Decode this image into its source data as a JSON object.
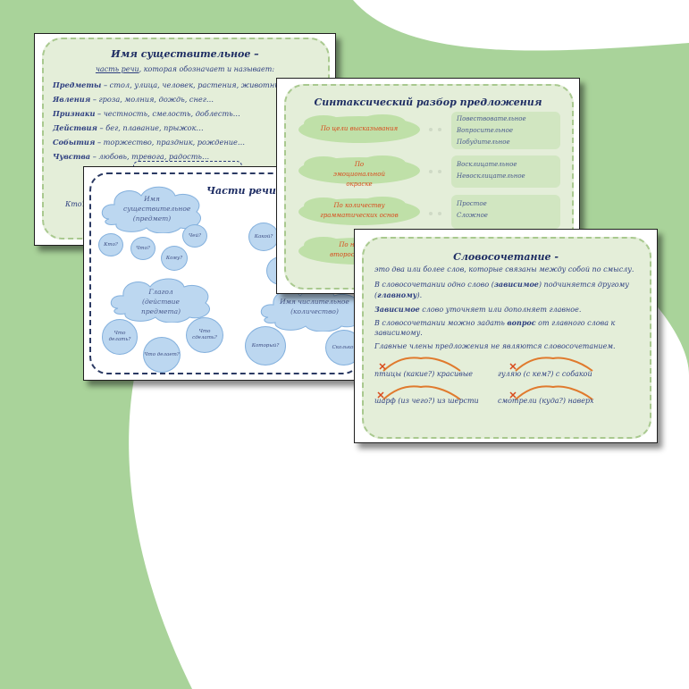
{
  "slide1": {
    "title": "Имя существительное –",
    "subtitle_link": "часть речи",
    "subtitle_rest": ", которая обозначает и называет:",
    "items": [
      {
        "term": "Предметы",
        "text": " – стол, улица, человек, растения, животные…"
      },
      {
        "term": "Явления",
        "text": " – гроза, молния, дождь, снег…"
      },
      {
        "term": "Признаки",
        "text": " – честность, смелость, доблесть…"
      },
      {
        "term": "Действия",
        "text": " – бег, плавание, прыжок…"
      },
      {
        "term": "События",
        "text": " – торжество, праздник, рождение…"
      },
      {
        "term": "Чувства",
        "text": " – любовь, тревога, радость…"
      }
    ],
    "fragment": "Кто?"
  },
  "slide2": {
    "title": "Части речи",
    "noun_cloud": "Имя существительное (предмет)",
    "verb_cloud": "Глагол (действие предмета)",
    "numeral_cloud": "Имя числительное (количество)",
    "noun_questions": [
      "Кто?",
      "Что?",
      "Чей?",
      "Кому?"
    ],
    "verb_questions": [
      "Что делать?",
      "Что делает?",
      "Что сделать?"
    ],
    "adj_question": "Какой?",
    "num_questions": [
      "Который?",
      "Сколько?"
    ]
  },
  "slide3": {
    "title": "Синтаксический разбор предложения",
    "rows": [
      {
        "label": "По цели высказывания",
        "options": [
          "Повествовательное",
          "Вопросительное",
          "Побудительное"
        ]
      },
      {
        "label": "По эмоциональной окраске",
        "options": [
          "Восклицательное",
          "Невосклицательное"
        ]
      },
      {
        "label": "По количеству грамматических основ",
        "options": [
          "Простое",
          "Сложное"
        ]
      },
      {
        "label": "По наличию второстепенных",
        "options": []
      }
    ]
  },
  "slide4": {
    "title": "Словосочетание -",
    "def": "это два или более слов, которые связаны между собой по смыслу.",
    "p2_a": "В словосочетании одно слово (",
    "p2_dep": "зависимое",
    "p2_b": ") подчиняется другому",
    "p2_c": "(",
    "p2_main": "главному",
    "p2_d": ").",
    "p3_term": "Зависимое",
    "p3_rest": " слово уточняет или дополняет главное.",
    "p4_a": "В словосочетании можно задать ",
    "p4_term": "вопрос",
    "p4_b": " от главного слова к",
    "p4_c": "зависимому.",
    "p5": "Главные члены предложения не являются словосочетанием.",
    "examples": [
      "птицы (какие?) красивые",
      "гуляю (с кем?) с собакой",
      "шарф (из чего?) из шерсти",
      "смотрели (куда?) наверх"
    ]
  },
  "colors": {
    "background": "#a9d39a",
    "panel": "#e4eed9",
    "text": "#2e3f80",
    "accent": "#e07a2d"
  }
}
